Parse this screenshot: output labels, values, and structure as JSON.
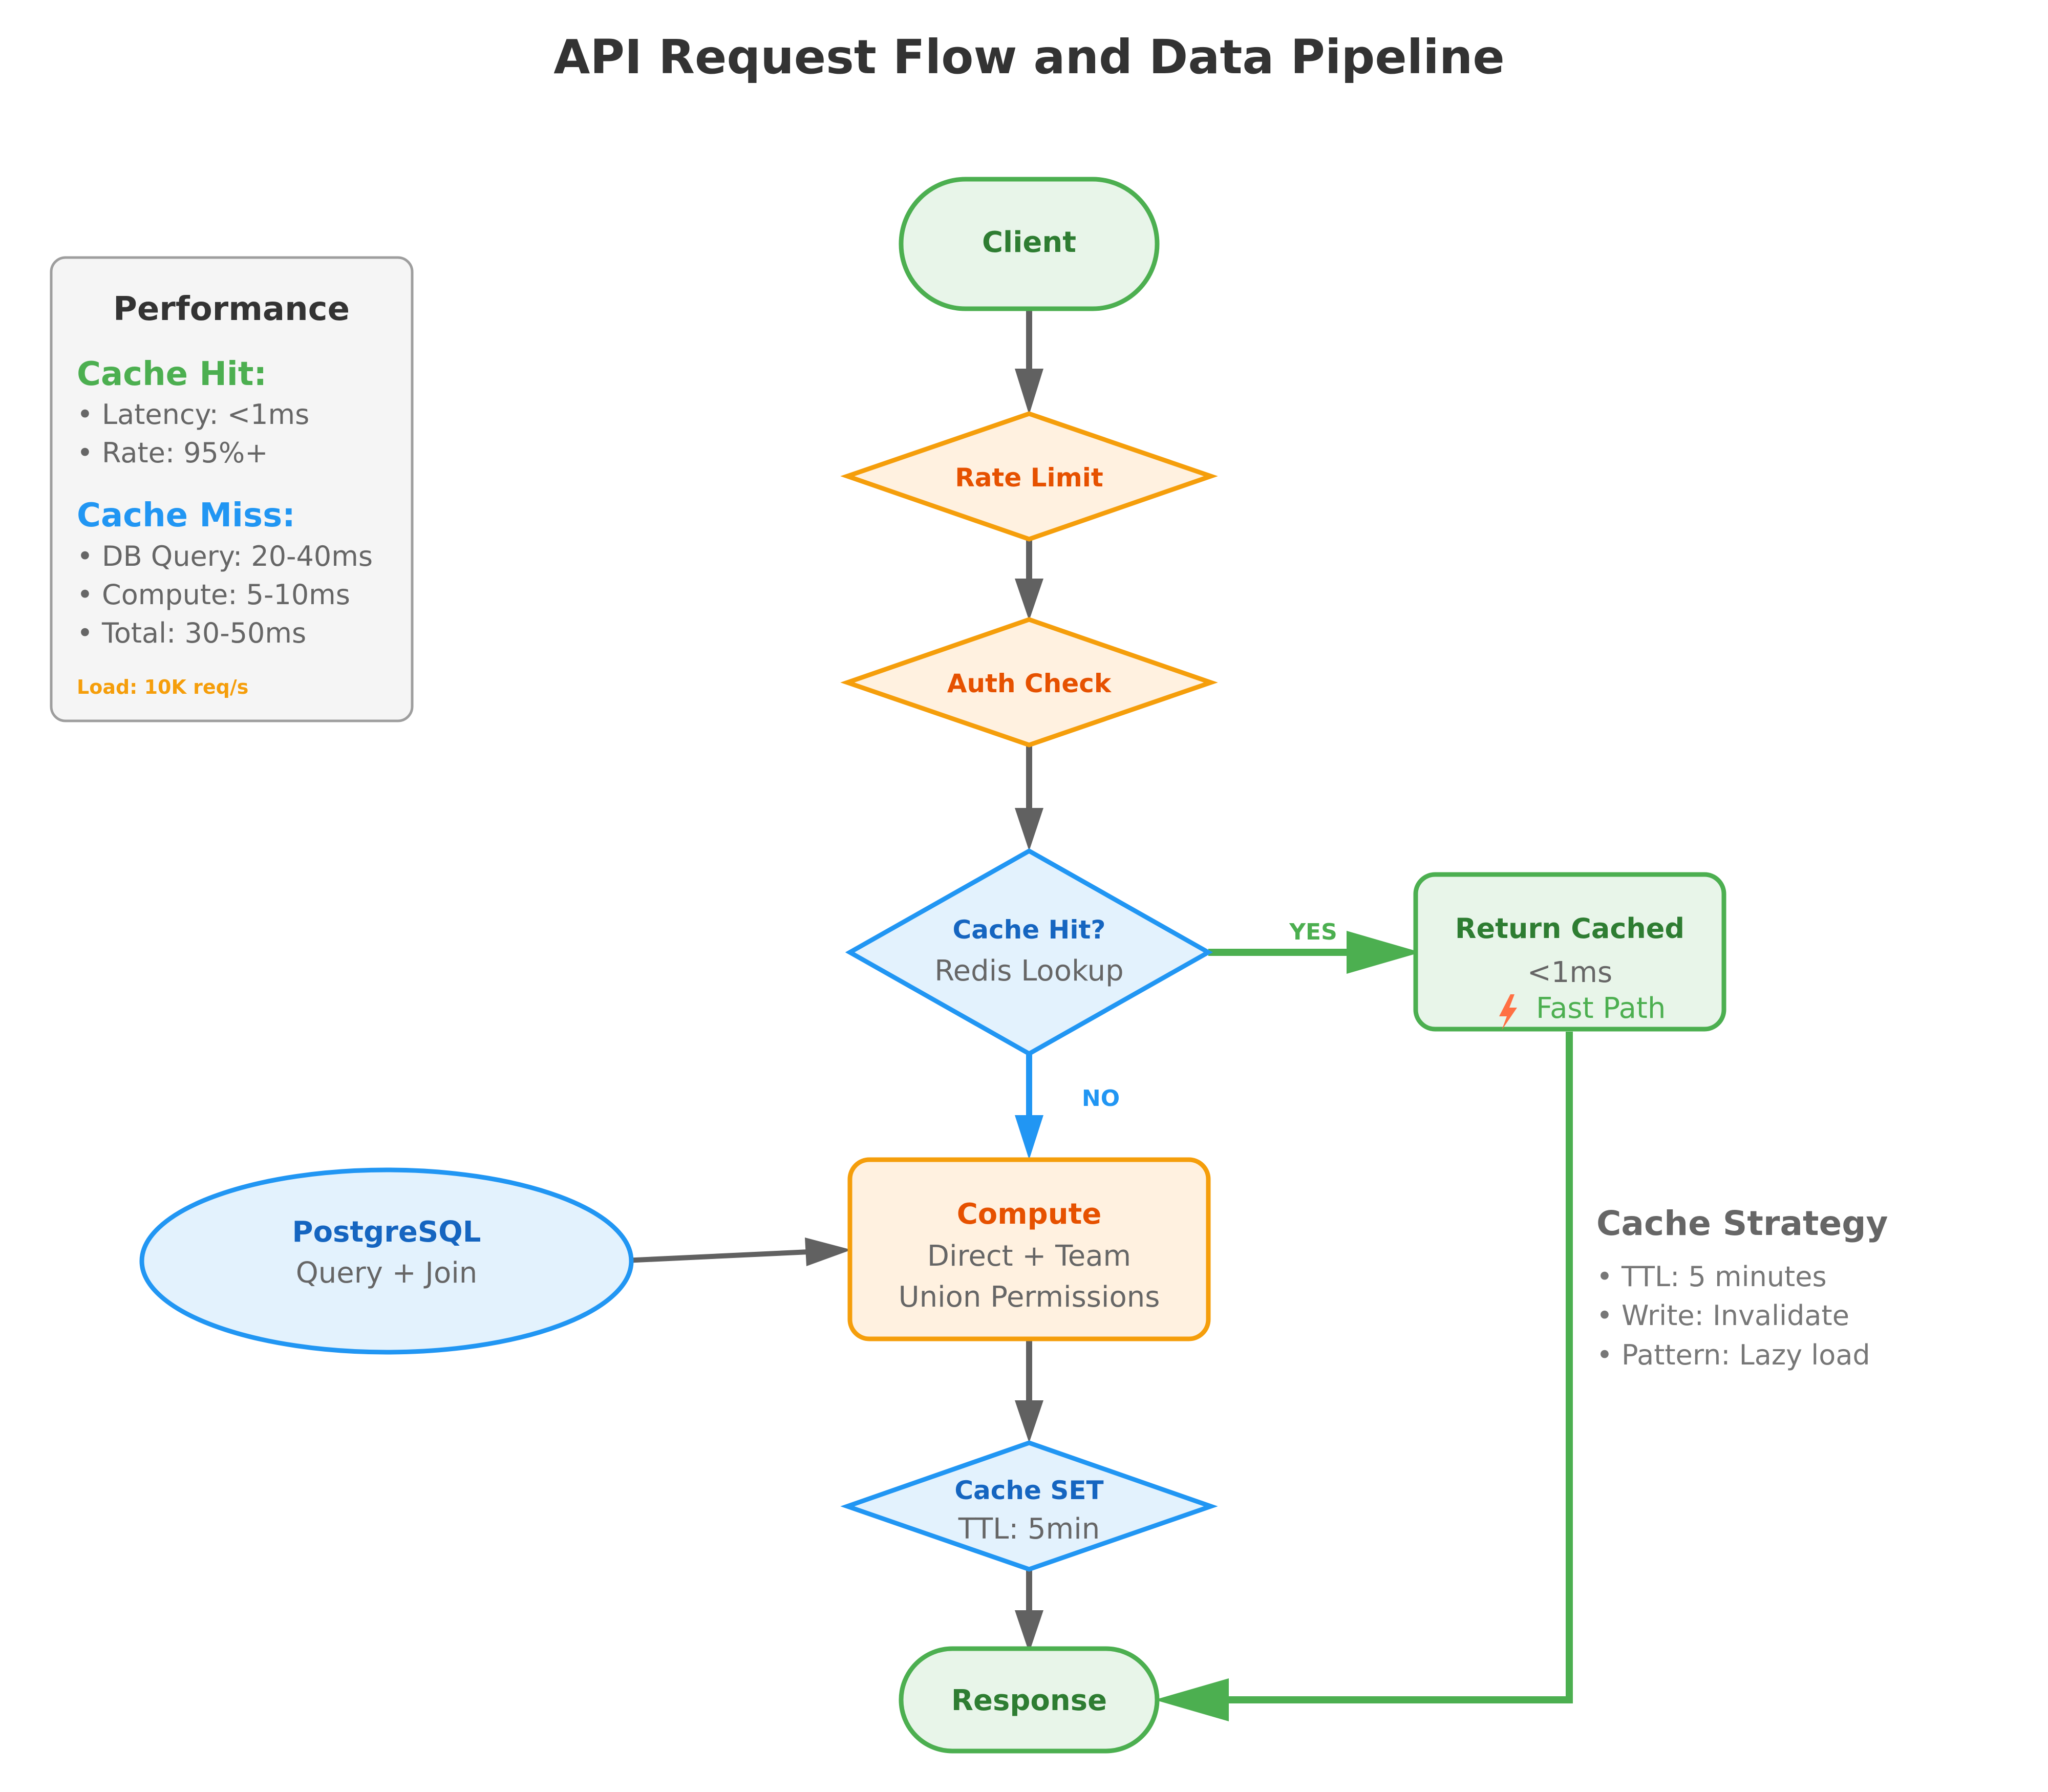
{
  "title": "API Request Flow and Data Pipeline",
  "colors": {
    "green": "#4CAF50",
    "green_fill": "#E8F5E9",
    "orange": "#F59E0B",
    "orange_fill": "#FFF1E0",
    "blue": "#2196F3",
    "blue_fill": "#E3F2FD",
    "edge_gray": "#616161"
  },
  "nodes": {
    "client": {
      "title": "Client"
    },
    "rate_limit": {
      "title": "Rate Limit"
    },
    "auth_check": {
      "title": "Auth Check"
    },
    "cache_hit": {
      "title": "Cache Hit?",
      "subtitle": "Redis Lookup"
    },
    "return_cached": {
      "title": "Return Cached",
      "subtitle": "<1ms",
      "badge": "Fast Path",
      "badge_icon": "lightning-icon"
    },
    "postgresql": {
      "title": "PostgreSQL",
      "subtitle": "Query + Join"
    },
    "compute": {
      "title": "Compute",
      "line1": "Direct + Team",
      "line2": "Union Permissions"
    },
    "cache_set": {
      "title": "Cache SET",
      "subtitle": "TTL: 5min"
    },
    "response": {
      "title": "Response"
    }
  },
  "edges": {
    "yes_label": "YES",
    "no_label": "NO"
  },
  "performance": {
    "heading": "Performance",
    "hit_heading": "Cache Hit:",
    "hit_items": [
      "• Latency: <1ms",
      "• Rate: 95%+"
    ],
    "miss_heading": "Cache Miss:",
    "miss_items": [
      "• DB Query: 20-40ms",
      "• Compute: 5-10ms",
      "• Total: 30-50ms"
    ],
    "load": "Load: 10K req/s"
  },
  "cache_strategy": {
    "heading": "Cache Strategy",
    "items": [
      "• TTL: 5 minutes",
      "• Write: Invalidate",
      "• Pattern: Lazy load"
    ]
  }
}
